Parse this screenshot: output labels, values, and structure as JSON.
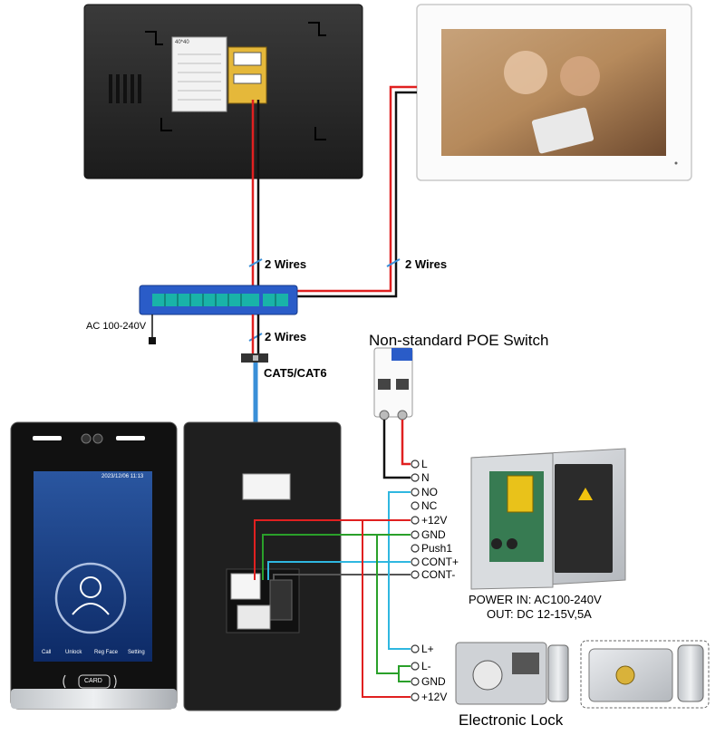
{
  "wire_labels": {
    "indoor_monitor_1": "2 Wires",
    "indoor_monitor_2": "2 Wires",
    "door_station": "2 Wires",
    "cable": "CAT5/CAT6",
    "ac_input": "AC 100-240V"
  },
  "poe_switch_title": "Non-standard POE Switch",
  "breaker_terminals": [
    "L",
    "N"
  ],
  "power_supply_terminals": [
    "NO",
    "NC",
    "+12V",
    "GND",
    "Push1",
    "CONT+",
    "CONT-"
  ],
  "lock_terminals": [
    "L+",
    "L-",
    "GND",
    "+12V"
  ],
  "power_supply": {
    "input": "POWER  IN: AC100-240V",
    "output": "OUT: DC 12-15V,5A"
  },
  "electronic_lock_label": "Electronic Lock",
  "door_station_screen": {
    "datetime": "2023/12/06 11:13",
    "buttons": [
      "Call",
      "Unlock",
      "Reg Face",
      "Setting"
    ],
    "card_label": "CARD"
  },
  "monitor_sticker": "40*40",
  "colors": {
    "red_wire": "#e02020",
    "black_wire": "#111111",
    "blue_cable": "#3a8fd8",
    "green_wire": "#2aa02a",
    "cyan_wire": "#2fb7e0",
    "gray_wire": "#555555",
    "switch_body": "#2a5cc8",
    "switch_ports": "#19b3a8"
  }
}
